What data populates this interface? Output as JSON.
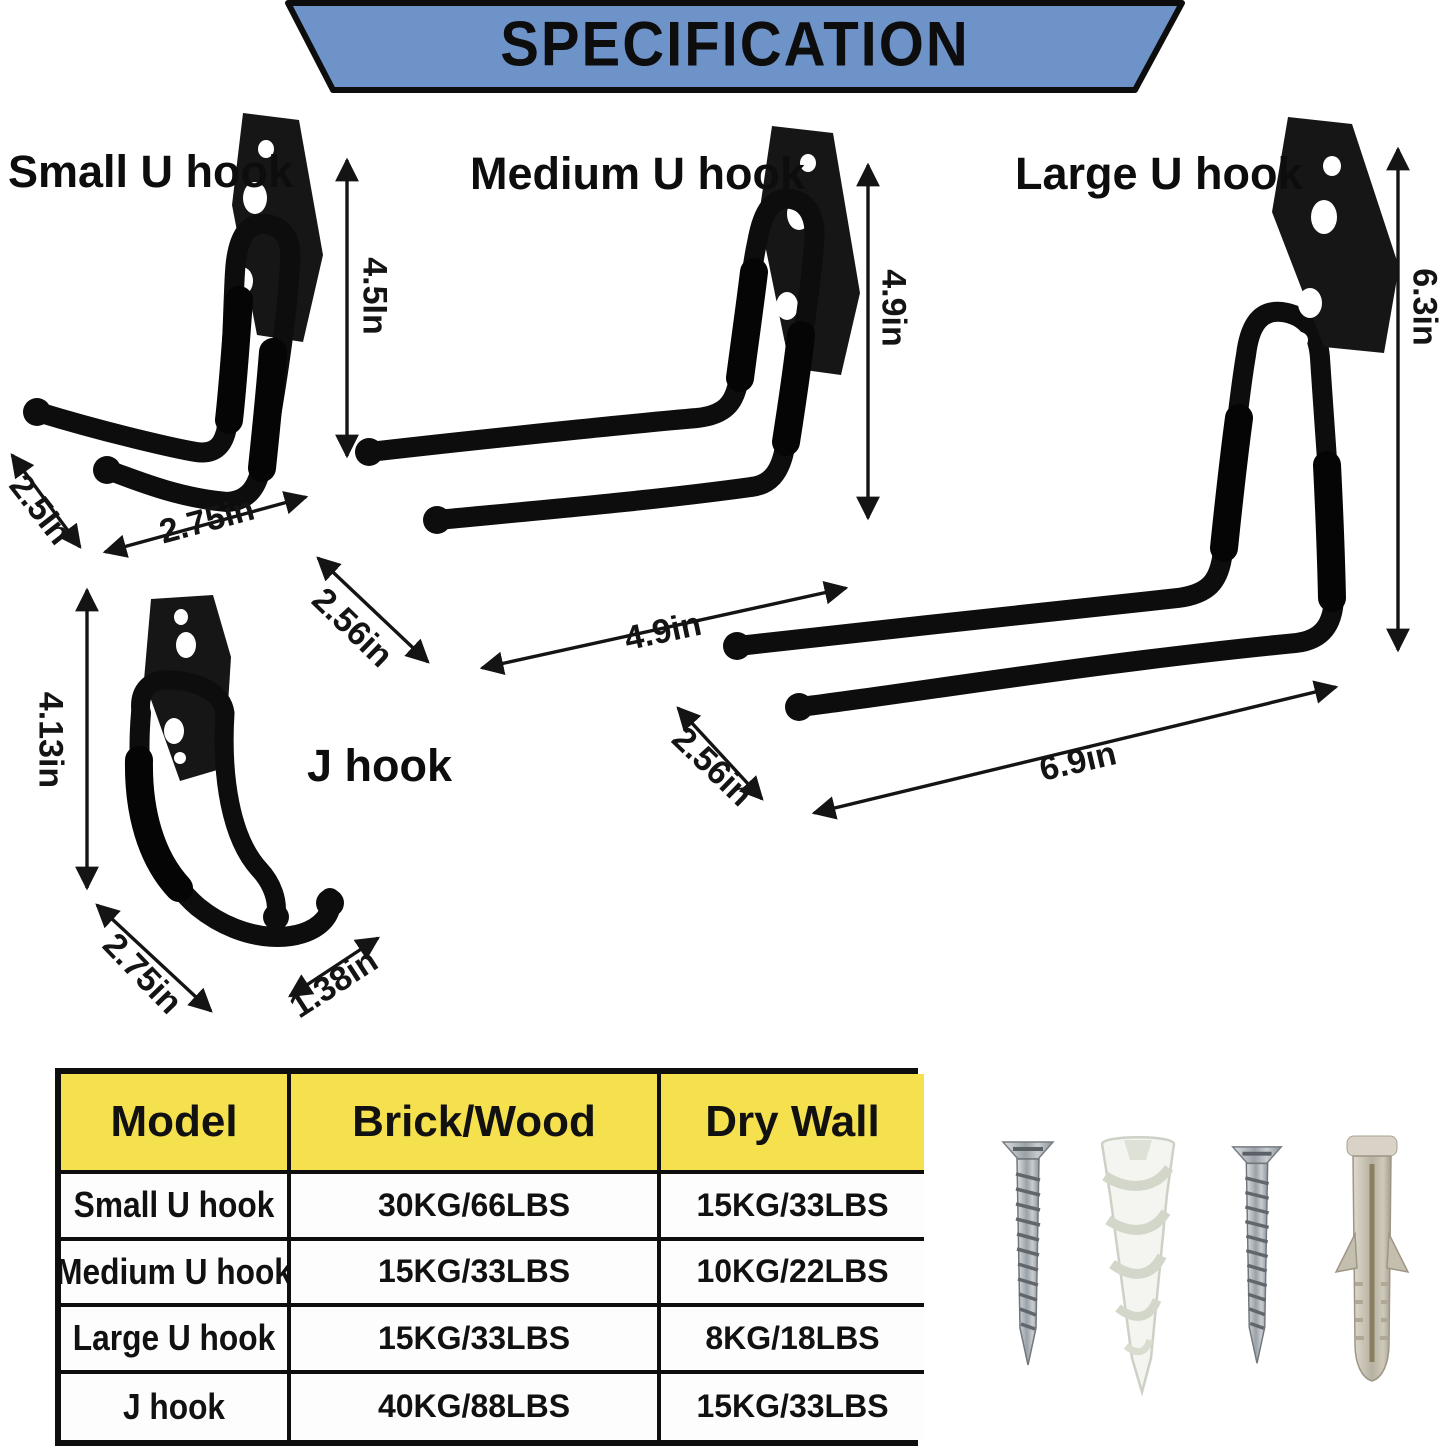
{
  "header": {
    "title": "SPECIFICATION"
  },
  "hooks": {
    "small": {
      "label": "Small U hook",
      "height": "4.5In",
      "depth": "2.5In",
      "width": "2.75in"
    },
    "medium": {
      "label": "Medium U hook",
      "height": "4.9in",
      "depth": "2.56in",
      "width": "4.9in"
    },
    "large": {
      "label": "Large U hook",
      "height": "6.3in",
      "depth": "2.56in",
      "width": "6.9in"
    },
    "j": {
      "label": "J hook",
      "height": "4.13in",
      "width": "2.75in",
      "depth": "1.38in"
    }
  },
  "table": {
    "columns": [
      "Model",
      "Brick/Wood",
      "Dry Wall"
    ],
    "rows": [
      {
        "model": "Small U hook",
        "brick_wood": "30KG/66LBS",
        "dry_wall": "15KG/33LBS"
      },
      {
        "model": "Medium U hook",
        "brick_wood": "15KG/33LBS",
        "dry_wall": "10KG/22LBS"
      },
      {
        "model": "Large U hook",
        "brick_wood": "15KG/33LBS",
        "dry_wall": "8KG/18LBS"
      },
      {
        "model": "J hook",
        "brick_wood": "40KG/88LBS",
        "dry_wall": "15KG/33LBS"
      }
    ]
  },
  "fasteners": {
    "items": [
      "wood-screw",
      "self-drilling-drywall-anchor",
      "wood-screw",
      "plastic-expansion-anchor"
    ]
  },
  "colors": {
    "banner_blue": "#6d93c8",
    "table_header_yellow": "#f5e04e",
    "ink": "#111111",
    "hook_black": "#0d0d0d"
  }
}
